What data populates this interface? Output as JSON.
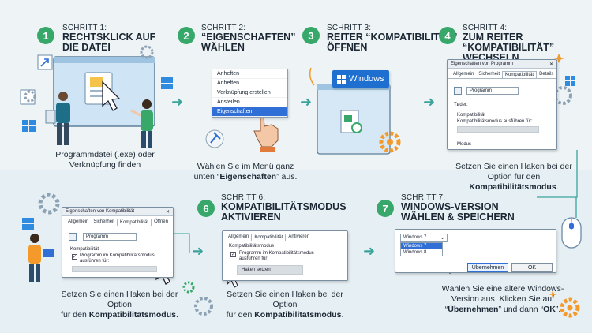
{
  "colors": {
    "accent_green": "#37a86a",
    "teal": "#3aa39b",
    "highlight_blue": "#2f6fd6",
    "gear_orange": "#f39a2b"
  },
  "steps": [
    {
      "number": "1",
      "label": "SCHRITT 1:",
      "title": "RECHTSKLICK AUF\nDIE DATEI",
      "caption": "Programmdatei (.exe) oder\nVerknüpfung finden"
    },
    {
      "number": "2",
      "label": "SCHRITT 2:",
      "title": "“EIGENSCHAFTEN”\nWÄHLEN",
      "caption_pre": "Wählen Sie im Menü ganz\nunten “",
      "caption_bold": "Eigenschaften",
      "caption_post": "” aus."
    },
    {
      "number": "3",
      "label": "SCHRITT 3:",
      "title": "REITER “KOMPATIBILITÄT”\nÖFFNEN"
    },
    {
      "number": "4",
      "label": "SCHRITT 4:",
      "title": "ZUM REITER “KOMPATIBILITÄT”\nWECHSELN",
      "caption_pre": "Setzen Sie einen Haken bei der\nOption für den ",
      "caption_bold": "Kompatibilitätsmodus",
      "caption_post": "."
    },
    {
      "number": "6",
      "label": "SCHRITT 6:",
      "title": "KOMPATIBILITÄTSMODUS\nAKTIVIEREN",
      "caption_pre": "Setzen Sie einen Haken bei der Option\nfür den ",
      "caption_bold": "Kompatibilitätsmodus",
      "caption_post": "."
    },
    {
      "number": "7",
      "label": "SCHRITT 7:",
      "title": "WINDOWS-VERSION\nWÄHLEN & SPEICHERN",
      "caption_pre": "Wählen Sie eine ältere Windows-\nVersion aus. Klicken Sie auf\n“",
      "caption_bold": "Übernehmen",
      "caption_mid": "” und dann “",
      "caption_bold2": "OK",
      "caption_post": "”."
    }
  ],
  "bottom_left_caption": {
    "pre": "Setzen Sie einen Haken bei der Option\nfür den ",
    "bold": "Kompatibilitätsmodus",
    "post": "."
  },
  "context_menu": [
    "Anheften",
    "Anheften",
    "Verknüpfung erstellen",
    "Ansteilen",
    "Eigenschaften"
  ],
  "windows_tile": "Windows",
  "dialog4": {
    "title": "Eigenschaften von Programm",
    "tabs": [
      "Allgemein",
      "Sicherheit",
      "Kompatibilität",
      "Details"
    ],
    "program": "Programm",
    "typ": "Tøder:",
    "section": "Kompatibilität",
    "option": "Kompatibilitätsmodus ausführen für:",
    "modus": "Modus"
  },
  "dialog5": {
    "title": "Eigenschaften von Kompatibilität",
    "tabs": [
      "Allgemein",
      "Sicherheit",
      "Kompatibilität",
      "Öffnen"
    ],
    "program": "Programm",
    "section": "Kompatibilität",
    "option": "Programm im Kompatibilitätsmodus\nausführen für:"
  },
  "dialog6": {
    "tabs": [
      "Allgemein",
      "Kompatibilität",
      "Antivieren"
    ],
    "section": "Kompatibilitätsmodus",
    "option": "Programm im Kompatibilitätsmodus\nausführen für:",
    "button": "Haken setzen"
  },
  "dialog7": {
    "selected": "Windows 7",
    "options": [
      "Windows 7",
      "Windows 8"
    ],
    "apply": "Übernehmen",
    "ok": "OK"
  }
}
